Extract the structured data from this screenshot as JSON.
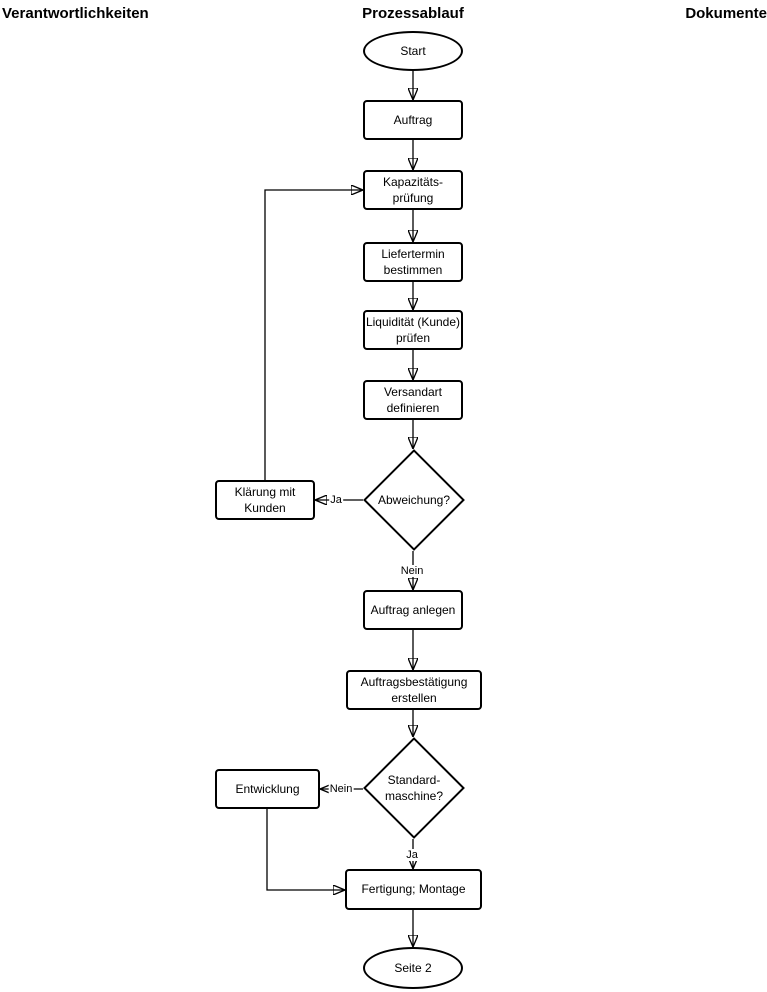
{
  "lanes": {
    "left": "Verantwortlichkeiten",
    "center": "Prozessablauf",
    "right": "Dokumente"
  },
  "nodes": {
    "start": {
      "type": "terminator",
      "label": "Start"
    },
    "auftrag": {
      "type": "process",
      "label": "Auftrag"
    },
    "kapazitaetspruefung": {
      "type": "process",
      "label": "Kapazitäts-\nprüfung"
    },
    "liefertermin": {
      "type": "process",
      "label": "Liefertermin\nbestimmen"
    },
    "liquiditaet": {
      "type": "process",
      "label": "Liquidität (Kunde)\nprüfen"
    },
    "versandart": {
      "type": "process",
      "label": "Versandart\ndefinieren"
    },
    "abweichung": {
      "type": "decision",
      "label": "Abweichung?"
    },
    "klaerung_mit_kunden": {
      "type": "process",
      "label": "Klärung mit\nKunden"
    },
    "auftrag_anlegen": {
      "type": "process",
      "label": "Auftrag anlegen"
    },
    "auftragsbestaetigung": {
      "type": "process",
      "label": "Auftragsbestätigung\nerstellen"
    },
    "standardmaschine": {
      "type": "decision",
      "label": "Standard-\nmaschine?"
    },
    "entwicklung": {
      "type": "process",
      "label": "Entwicklung"
    },
    "fertigung_montage": {
      "type": "process",
      "label": "Fertigung; Montage"
    },
    "seite2": {
      "type": "terminator",
      "label": "Seite 2"
    }
  },
  "edges": [
    {
      "from": "start",
      "to": "auftrag"
    },
    {
      "from": "auftrag",
      "to": "kapazitaetspruefung"
    },
    {
      "from": "kapazitaetspruefung",
      "to": "liefertermin"
    },
    {
      "from": "liefertermin",
      "to": "liquiditaet"
    },
    {
      "from": "liquiditaet",
      "to": "versandart"
    },
    {
      "from": "versandart",
      "to": "abweichung"
    },
    {
      "from": "abweichung",
      "to": "klaerung_mit_kunden",
      "label": "Ja"
    },
    {
      "from": "abweichung",
      "to": "auftrag_anlegen",
      "label": "Nein"
    },
    {
      "from": "auftrag_anlegen",
      "to": "auftragsbestaetigung"
    },
    {
      "from": "auftragsbestaetigung",
      "to": "standardmaschine"
    },
    {
      "from": "standardmaschine",
      "to": "entwicklung",
      "label": "Nein"
    },
    {
      "from": "standardmaschine",
      "to": "fertigung_montage",
      "label": "Ja"
    },
    {
      "from": "fertigung_montage",
      "to": "seite2"
    },
    {
      "from": "klaerung_mit_kunden",
      "to": "kapazitaetspruefung"
    },
    {
      "from": "entwicklung",
      "to": "fertigung_montage"
    }
  ],
  "colors": {
    "stroke": "#000000",
    "shape_fill": "#ffffff",
    "background": "#ffffff"
  }
}
